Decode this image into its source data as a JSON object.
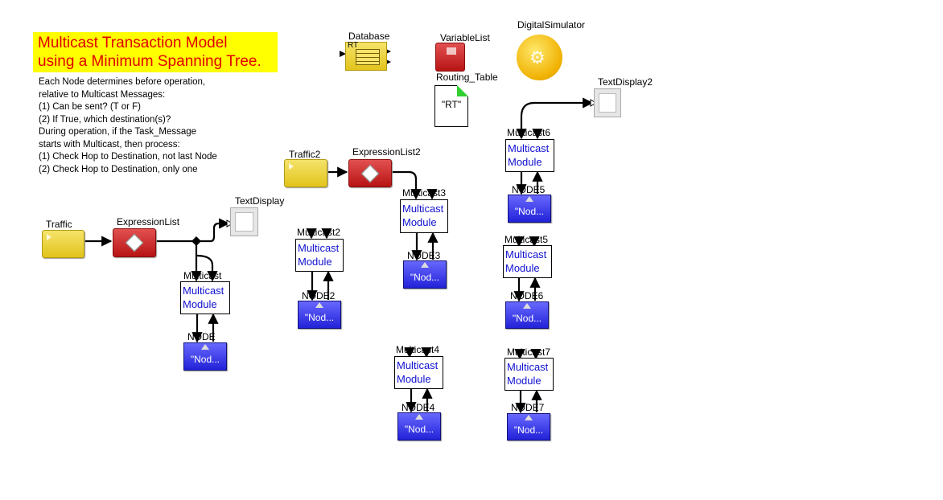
{
  "title": [
    "Multicast Transaction Model",
    "using a Minimum Spanning Tree."
  ],
  "description": [
    "Each Node determines before operation,",
    "relative to Multicast Messages:",
    "(1) Can be sent? (T or F)",
    "(2) If True, which destination(s)?",
    "During operation, if the Task_Message",
    "starts with Multicast, then process:",
    "(1) Check Hop to Destination, not last Node",
    "(2) Check Hop to Destination, only one"
  ],
  "blocks": {
    "database": {
      "label": "Database",
      "badge": "RT"
    },
    "variable_list": {
      "label": "VariableList"
    },
    "routing_table": {
      "label": "Routing_Table",
      "text": "\"RT\""
    },
    "digital_simulator": {
      "label": "DigitalSimulator"
    },
    "traffic": {
      "label": "Traffic"
    },
    "traffic2": {
      "label": "Traffic2"
    },
    "expression_list": {
      "label": "ExpressionList"
    },
    "expression_list2": {
      "label": "ExpressionList2"
    },
    "text_display": {
      "label": "TextDisplay"
    },
    "text_display2": {
      "label": "TextDisplay2"
    }
  },
  "modules": [
    {
      "label": "Multicast",
      "text": [
        "Multicast",
        "Module"
      ]
    },
    {
      "label": "Multicast2",
      "text": [
        "Multicast",
        "Module"
      ]
    },
    {
      "label": "Multicast3",
      "text": [
        "Multicast",
        "Module"
      ]
    },
    {
      "label": "Multicast4",
      "text": [
        "Multicast",
        "Module"
      ]
    },
    {
      "label": "Multicast5",
      "text": [
        "Multicast",
        "Module"
      ]
    },
    {
      "label": "Multicast6",
      "text": [
        "Multicast",
        "Module"
      ]
    },
    {
      "label": "Multicast7",
      "text": [
        "Multicast",
        "Module"
      ]
    }
  ],
  "nodes": [
    {
      "label": "NODE",
      "text": "\"Nod..."
    },
    {
      "label": "NODE2",
      "text": "\"Nod..."
    },
    {
      "label": "NODE3",
      "text": "\"Nod..."
    },
    {
      "label": "NODE4",
      "text": "\"Nod..."
    },
    {
      "label": "NODE6",
      "text": "\"Nod..."
    },
    {
      "label": "NODE5",
      "text": "\"Nod..."
    },
    {
      "label": "NODE7",
      "text": "\"Nod..."
    }
  ]
}
